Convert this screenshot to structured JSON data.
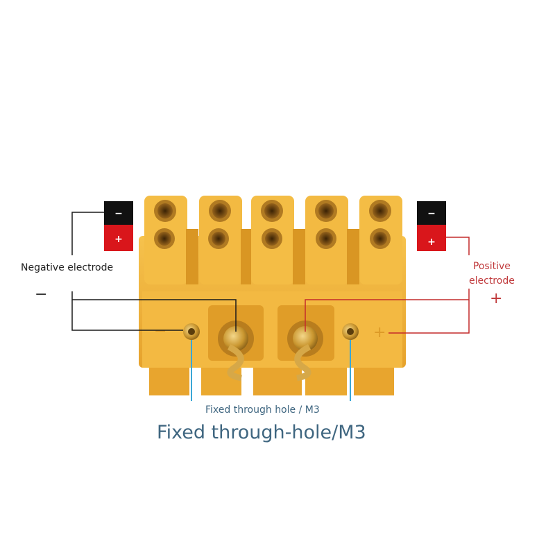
{
  "labels": {
    "negative_electrode": "Negative electrode",
    "negative_sign": "−",
    "positive_electrode_line1": "Positive",
    "positive_electrode_line2": "electrode",
    "positive_sign": "+",
    "fixed_hole_small": "Fixed through hole / M3",
    "fixed_hole_large": "Fixed through-hole/M3"
  },
  "battery_icon": {
    "top_symbol": "−",
    "bottom_symbol": "+"
  },
  "colors": {
    "connector_body": "#f0b33c",
    "negative_wire": "#1a1a1a",
    "positive_wire": "#c42b2b",
    "hole_pointer": "#3aa7d6",
    "caption_text": "#3f6680"
  }
}
